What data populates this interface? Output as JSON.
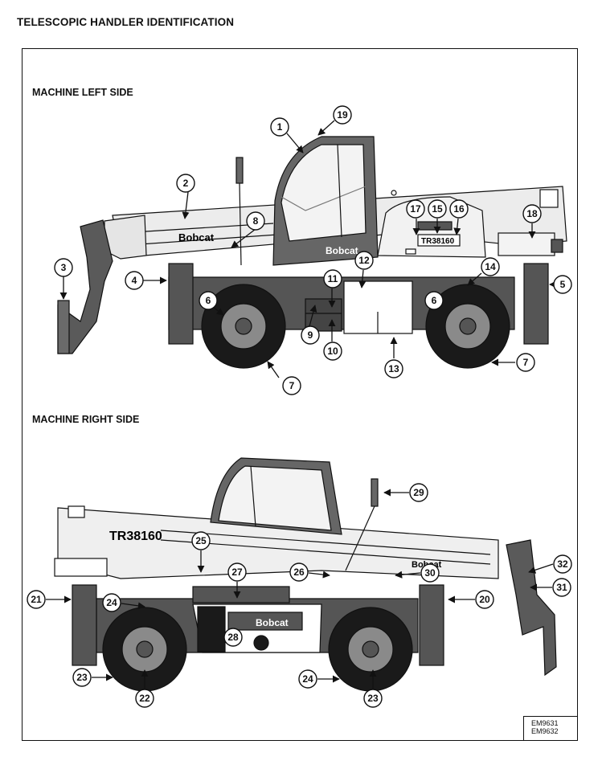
{
  "page_title": "TELESCOPIC HANDLER IDENTIFICATION",
  "left_side_title": "MACHINE LEFT SIDE",
  "right_side_title": "MACHINE RIGHT SIDE",
  "brand": "Bobcat",
  "model_left": "TR38160",
  "model_right": "TR38160",
  "image_codes": [
    "EM9631",
    "EM9632"
  ],
  "colors": {
    "body": "#d9d9d9",
    "dark": "#555555",
    "tire": "#1a1a1a",
    "rim": "#8a8a8a",
    "line": "#111111"
  },
  "callouts_left": [
    "1",
    "2",
    "3",
    "4",
    "5",
    "6",
    "6",
    "7",
    "7",
    "8",
    "9",
    "10",
    "11",
    "12",
    "13",
    "14",
    "15",
    "16",
    "17",
    "18",
    "19"
  ],
  "callouts_right": [
    "20",
    "21",
    "22",
    "23",
    "23",
    "24",
    "24",
    "25",
    "26",
    "27",
    "28",
    "29",
    "30",
    "31",
    "32"
  ]
}
